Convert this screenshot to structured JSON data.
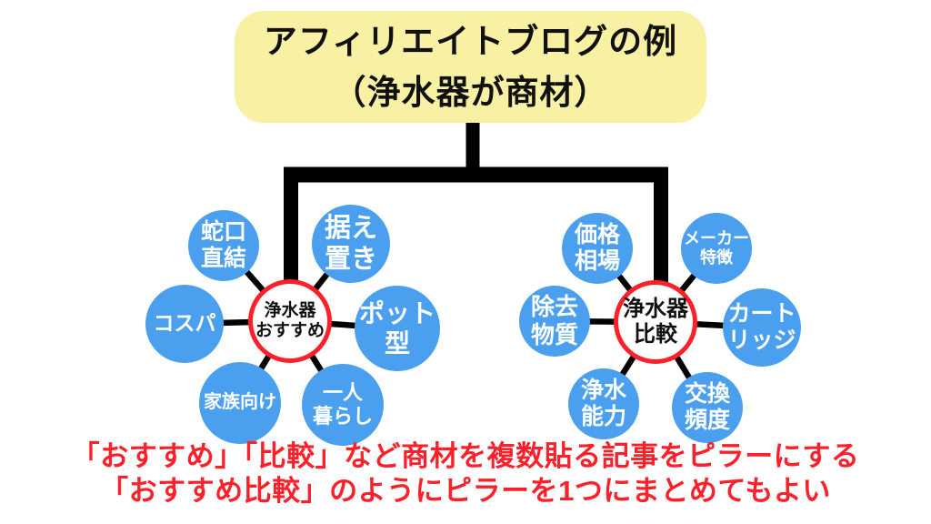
{
  "title": {
    "line1": "アフィリエイトブログの例",
    "line2": "（浄水器が商材）"
  },
  "colors": {
    "node_blue": "#4aa0ef",
    "title_yellow": "#f8f1a3",
    "accent_red": "#fa212b",
    "connector_black": "#000000"
  },
  "clusters": [
    {
      "name": "recommend-pillar",
      "hub_label": "浄水器\nおすすめ",
      "satellites": [
        {
          "label": "蛇口\n直結"
        },
        {
          "label": "据え\n置き"
        },
        {
          "label": "コスパ"
        },
        {
          "label": "ポット\n型"
        },
        {
          "label": "家族向け"
        },
        {
          "label": "一人\n暮らし"
        }
      ]
    },
    {
      "name": "compare-pillar",
      "hub_label": "浄水器\n比較",
      "satellites": [
        {
          "label": "価格\n相場"
        },
        {
          "label": "メーカー\n特徴"
        },
        {
          "label": "除去\n物質"
        },
        {
          "label": "カート\nリッジ"
        },
        {
          "label": "浄水\n能力"
        },
        {
          "label": "交換\n頻度"
        }
      ]
    }
  ],
  "footnote": {
    "line1": "「おすすめ」「比較」など商材を複数貼る記事をピラーにする",
    "line2": "「おすすめ比較」のようにピラーを1つにまとめてもよい"
  }
}
